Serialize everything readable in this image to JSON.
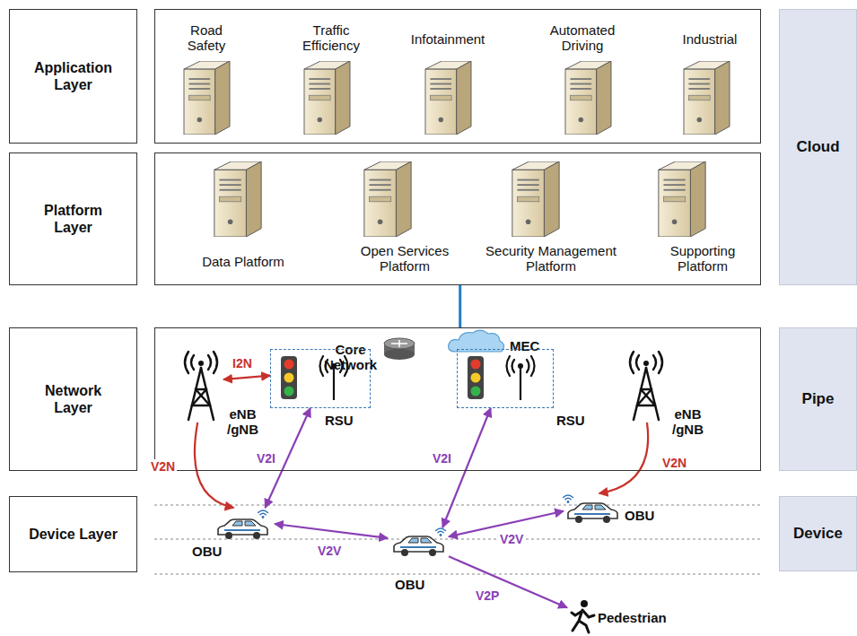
{
  "diagram": {
    "nodes": [
      {
        "text": [
          "Application Layer"
        ]
      },
      {
        "text": [
          "Road Safety",
          "Traffic Efficiency",
          "Infotainment",
          "Automated Driving",
          "Industrial"
        ]
      },
      {
        "text": [
          "Cloud"
        ]
      },
      {
        "text": [
          "Platform Layer"
        ]
      },
      {
        "text": [
          "Data Platform",
          "Open Services Platform",
          "Security Management Platform",
          "Supporting Platform"
        ]
      },
      {
        "text": [
          "Network Layer"
        ]
      },
      {
        "text": [
          "Core Network",
          "MEC"
        ]
      },
      {
        "text": [
          "eNB /gNB"
        ],
        "in": 6
      },
      {
        "text": [
          "RSU"
        ],
        "in": 6
      },
      {
        "text": [
          "RSU"
        ],
        "in": 6
      },
      {
        "text": [
          "eNB /gNB"
        ],
        "in": 6
      },
      {
        "text": [
          "Pipe"
        ]
      },
      {
        "text": [
          "Device Layer"
        ]
      },
      {
        "text": [
          "OBU"
        ]
      },
      {
        "text": [
          "OBU"
        ]
      },
      {
        "text": [
          "OBU"
        ]
      },
      {
        "text": [
          "Pedestrian"
        ]
      },
      {
        "text": [
          "Device"
        ]
      }
    ],
    "edges": [
      {
        "from": 4,
        "to": 6,
        "arrow": "none"
      },
      {
        "from": 7,
        "to": 8,
        "label": "I2N",
        "arrow": "both"
      },
      {
        "from": 7,
        "to": 13,
        "label": "V2N",
        "arrow": "to"
      },
      {
        "from": 8,
        "to": 13,
        "label": "V2I",
        "arrow": "both"
      },
      {
        "from": 9,
        "to": 14,
        "label": "V2I",
        "arrow": "both"
      },
      {
        "from": 13,
        "to": 14,
        "label": "V2V",
        "arrow": "both"
      },
      {
        "from": 14,
        "to": 15,
        "label": "V2V",
        "arrow": "both"
      },
      {
        "from": 14,
        "to": 16,
        "label": "V2P",
        "arrow": "to"
      },
      {
        "from": 10,
        "to": 15,
        "label": "V2N",
        "arrow": "to"
      }
    ]
  }
}
